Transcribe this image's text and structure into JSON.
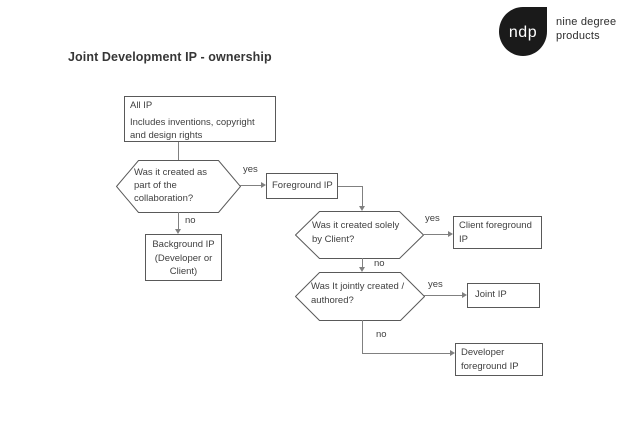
{
  "page": {
    "title": "Joint Development IP - ownership"
  },
  "logo": {
    "monogram": "ndp",
    "name_line1": "nine degree",
    "name_line2": "products"
  },
  "colors": {
    "box_border": "#595959",
    "connector_line": "#808080",
    "text": "#3f3f3f",
    "logo_background": "#1a1a1a"
  },
  "flowchart": {
    "all_ip": {
      "title": "All IP",
      "desc_line1": "Includes inventions, copyright",
      "desc_line2": "and design rights"
    },
    "q_collaboration": {
      "line1": "Was it created as",
      "line2": "part of the",
      "line3": "collaboration?"
    },
    "foreground_ip": {
      "label": "Foreground IP"
    },
    "background_ip": {
      "line1": "Background IP",
      "line2": "(Developer or",
      "line3": "Client)"
    },
    "q_solely_client": {
      "line1": "Was it created solely",
      "line2": "by Client?"
    },
    "client_foreground_ip": {
      "line1": "Client foreground",
      "line2": "IP"
    },
    "q_jointly": {
      "line1": "Was It jointly created /",
      "line2": "authored?"
    },
    "joint_ip": {
      "label": "Joint IP"
    },
    "developer_foreground_ip": {
      "line1": "Developer",
      "line2": "foreground IP"
    },
    "edge_labels": {
      "collaboration_yes": "yes",
      "collaboration_no": "no",
      "solely_yes": "yes",
      "solely_no": "no",
      "jointly_yes": "yes",
      "jointly_no": "no"
    }
  }
}
